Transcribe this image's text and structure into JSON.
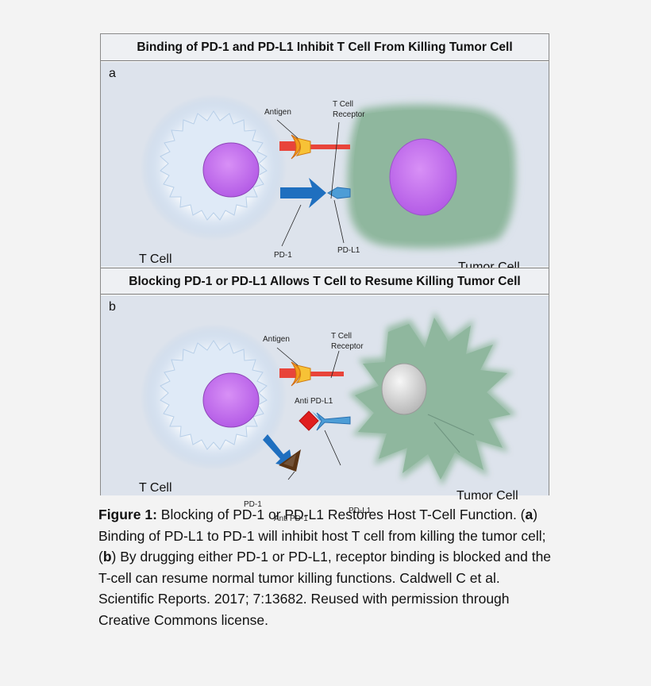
{
  "panel_a": {
    "title": "Binding of PD-1 and PD-L1 Inhibit T Cell From Killing Tumor Cell",
    "letter": "a",
    "labels": {
      "antigen": "Antigen",
      "tcr_line1": "T Cell",
      "tcr_line2": "Receptor",
      "t_cell": "T Cell",
      "pd1": "PD-1",
      "pdl1": "PD-L1",
      "tumor_cell": "Tumor Cell"
    }
  },
  "panel_b": {
    "title": "Blocking PD-1 or PD-L1 Allows T Cell to Resume Killing Tumor Cell",
    "letter": "b",
    "labels": {
      "antigen": "Antigen",
      "tcr_line1": "T Cell",
      "tcr_line2": "Receptor",
      "anti_pdl1": "Anti PD-L1",
      "t_cell": "T Cell",
      "pd1": "PD-1",
      "anti_pd1": "Anti PD-1",
      "pdl1": "PD-L1",
      "tumor_cell": "Tumor Cell"
    }
  },
  "caption": {
    "label": "Figure 1:",
    "text_1": " Blocking of PD-1 or PD-L1 Restores Host T-Cell Function. (",
    "bold_a": "a",
    "text_2": ") Binding of PD-L1 to PD-1 will inhibit host T cell from killing the tumor cell; (",
    "bold_b": "b",
    "text_3": ") By drugging either PD-1 or PD-L1, receptor binding is blocked and the T-cell can resume normal tumor killing functions. Caldwell C et al. Scientific Reports. 2017; 7:13682. Reused with permission through Creative Commons license."
  },
  "colors": {
    "t_cell": "#dfeaf7",
    "nucleus": "#c66ef0",
    "tumor": "#8fb79e",
    "antigen": "#f39a1b",
    "tcr": "#e8443a",
    "pd1": "#1f6fbf",
    "pdl1": "#4d9dd6",
    "anti_pdl1": "#e01e1e",
    "anti_pd1": "#5a3414"
  }
}
